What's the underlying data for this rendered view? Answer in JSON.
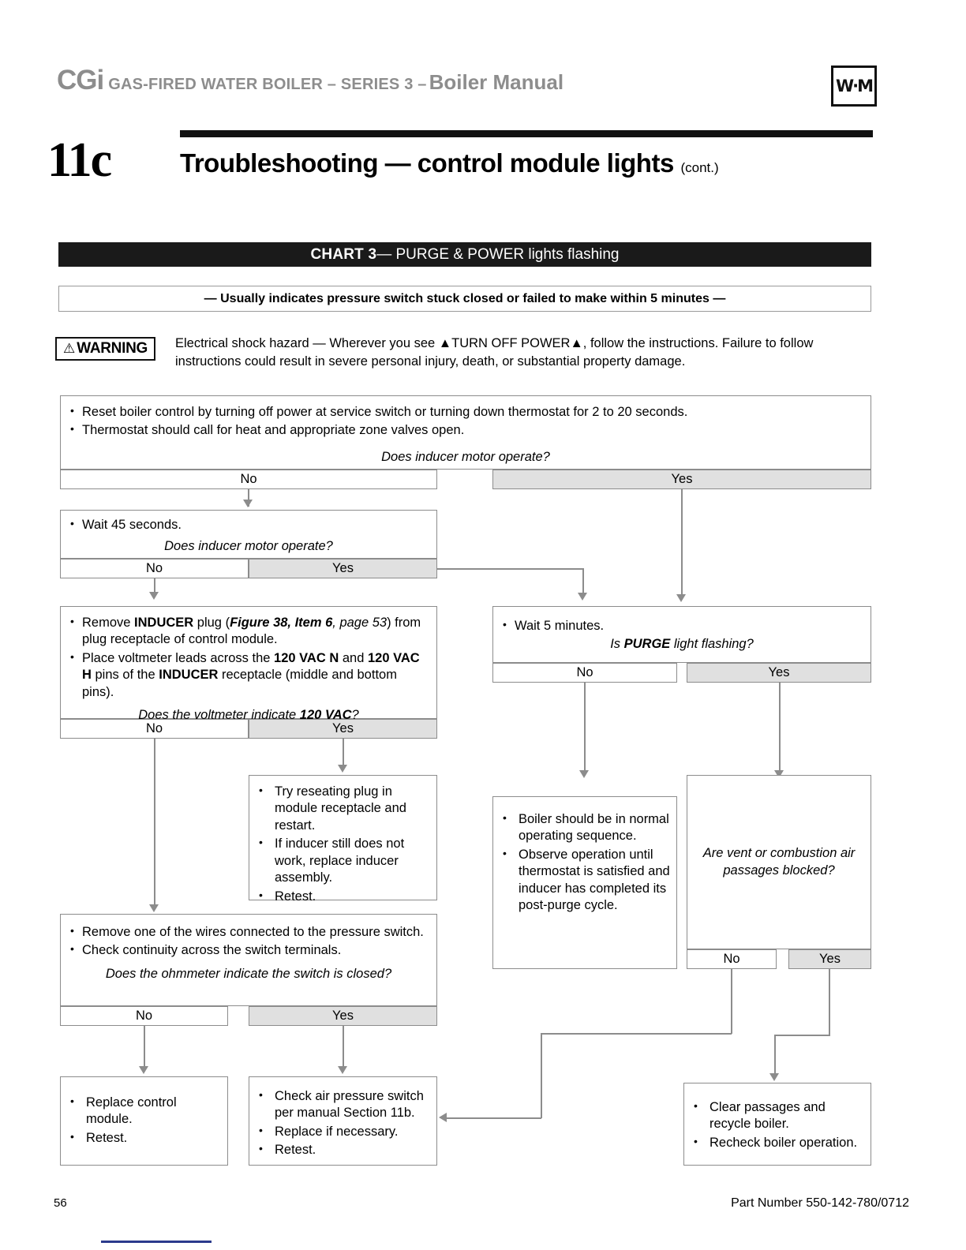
{
  "header": {
    "brand": "CGi",
    "subtitle": "GAS-FIRED WATER BOILER – SERIES 3 –",
    "manual": "Boiler Manual",
    "logo_text": "W·M"
  },
  "section": {
    "number": "11c",
    "title": "Troubleshooting — control module lights",
    "continued": "(cont.)"
  },
  "chart": {
    "banner_bold": "CHART 3",
    "banner_rest": " — PURGE & POWER lights flashing",
    "subtitle": "—  Usually indicates pressure switch stuck closed or failed to make within 5 minutes  —"
  },
  "warning": {
    "badge_label": "WARNING",
    "badge_icon": "⚠",
    "text": "Electrical shock hazard — Wherever you see ▲TURN OFF POWER▲, follow the instructions. Failure to follow instructions could result in severe personal injury, death, or substantial property damage."
  },
  "flow": {
    "answers": {
      "no": "No",
      "yes": "Yes"
    },
    "box1": {
      "b1": "Reset boiler control by turning off power at service switch or turning down thermostat for 2 to 20 seconds.",
      "b2": "Thermostat should call for heat and appropriate zone valves open.",
      "question": "Does inducer motor operate?"
    },
    "box2": {
      "b1": "Wait 45 seconds.",
      "question": "Does inducer motor operate?"
    },
    "box3": {
      "b1_pre": "Remove ",
      "b1_bold": "INDUCER",
      "b1_mid": " plug (",
      "b1_ital_bold": "Figure 38, Item 6",
      "b1_ital": ", page 53",
      "b1_post": ") from plug receptacle of control module.",
      "b2_pre": "Place voltmeter leads across the ",
      "b2_b1": "120 VAC N",
      "b2_mid": " and ",
      "b2_b2": "120 VAC H",
      "b2_mid2": " pins of the ",
      "b2_b3": "INDUCER",
      "b2_post": " receptacle (middle and bottom pins).",
      "question_pre": "Does the voltmeter indicate ",
      "question_bold": "120 VAC",
      "question_post": "?"
    },
    "box4": {
      "b1": "Wait 5 minutes.",
      "question_pre": "Is ",
      "question_bold": "PURGE",
      "question_post": " light flashing?"
    },
    "box5": {
      "b1": "Try reseating plug in module receptacle and restart.",
      "b2": "If inducer still does not work, replace inducer assembly.",
      "b3": "Retest."
    },
    "box6": {
      "b1": "Boiler should be in normal operating sequence.",
      "b2": "Observe operation until thermostat is satisfied and inducer has completed its post-purge cycle."
    },
    "box7": {
      "question": "Are vent or combustion air passages blocked?"
    },
    "box8": {
      "b1": "Remove one of the wires connected to the pressure switch.",
      "b2": "Check continuity across the switch terminals.",
      "question": "Does the ohmmeter indicate the switch is closed?"
    },
    "box9": {
      "b1": "Replace control module.",
      "b2": "Retest."
    },
    "box10": {
      "b1": "Check air pressure switch per manual Section 11b.",
      "b2": "Replace if necessary.",
      "b3": "Retest."
    },
    "box11": {
      "b1": "Clear passages and recycle boiler.",
      "b2": "Recheck boiler operation."
    }
  },
  "footer": {
    "page_number": "56",
    "part_number": "Part Number 550-142-780/0712"
  }
}
